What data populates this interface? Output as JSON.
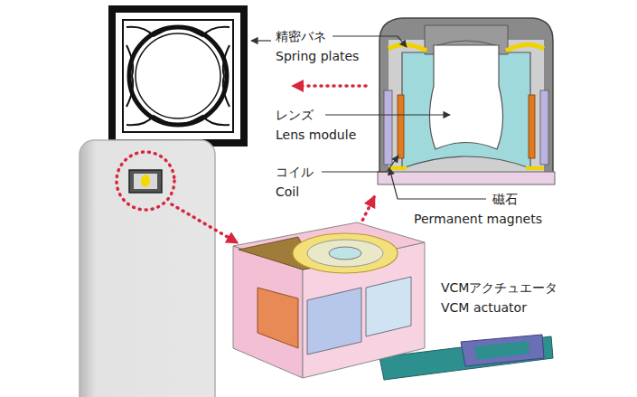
{
  "diagram": {
    "labels": [
      "精密バネ",
      "Spring plates",
      "レンズ",
      "Lens module",
      "コイル",
      "Coil",
      "磁石",
      "Permanent magnets",
      "VCMアクチュエータ",
      "VCM actuator"
    ]
  }
}
